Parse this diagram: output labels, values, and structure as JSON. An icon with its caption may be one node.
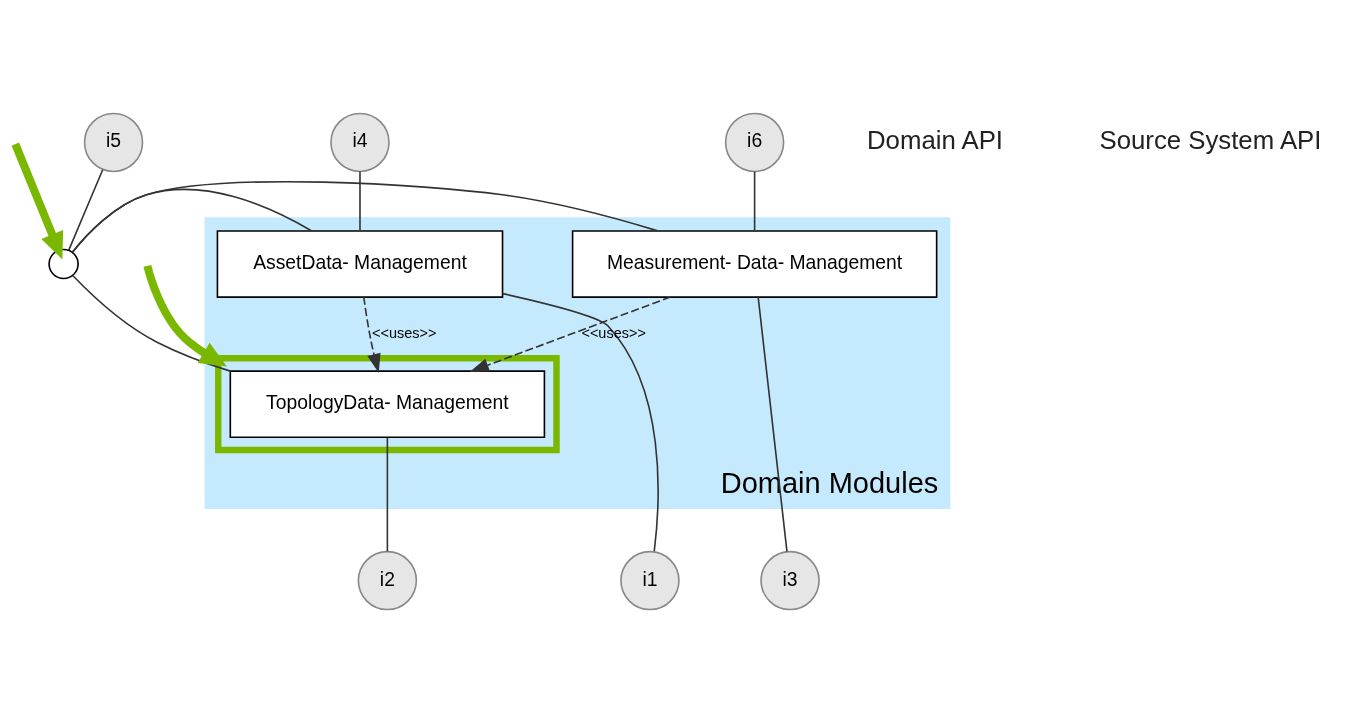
{
  "diagram": {
    "nodes": [
      {
        "text": [
          "i4"
        ]
      },
      {
        "text": [
          "i5"
        ]
      },
      {
        "text": [
          "i6"
        ]
      },
      {
        "text": [],
        "shape": "circle"
      },
      {
        "text": [
          "Domain Modules"
        ]
      },
      {
        "text": [
          "AssetData- Management"
        ],
        "in": 4
      },
      {
        "text": [
          "Measurement- Data- Management"
        ],
        "in": 4
      },
      {
        "text": [],
        "shape": "box",
        "in": 4
      },
      {
        "text": [
          "TopologyData- Management"
        ],
        "in": 7
      },
      {
        "text": [
          "i1"
        ]
      },
      {
        "text": [
          "i2"
        ]
      },
      {
        "text": [
          "i3"
        ]
      }
    ],
    "edges": [
      {
        "from": 0,
        "to": 5,
        "arrow": "none"
      },
      {
        "from": 1,
        "to": 3,
        "arrow": "none"
      },
      {
        "from": 2,
        "to": 6,
        "arrow": "none"
      },
      {
        "from": 5,
        "to": 3,
        "arrow": "none"
      },
      {
        "from": 6,
        "to": 3,
        "arrow": "none"
      },
      {
        "from": 3,
        "to": 8,
        "arrow": "none"
      },
      {
        "from": 5,
        "to": 8,
        "arrow": "to",
        "label": "<<uses>>",
        "style": "dashed"
      },
      {
        "from": 6,
        "to": 8,
        "arrow": "to",
        "label": "<<uses>>",
        "style": "dashed"
      },
      {
        "from": 5,
        "to": 9,
        "arrow": "none"
      },
      {
        "from": 8,
        "to": 10,
        "arrow": "none"
      },
      {
        "from": 6,
        "to": 11,
        "arrow": "none"
      },
      {
        "from": null,
        "to": 3,
        "arrow": "to",
        "style": "thick",
        "color": "#7ab800"
      },
      {
        "from": null,
        "to": 7,
        "arrow": "to",
        "style": "thick",
        "color": "#7ab800"
      }
    ],
    "labels": [
      "Domain API",
      "Source System API"
    ]
  }
}
